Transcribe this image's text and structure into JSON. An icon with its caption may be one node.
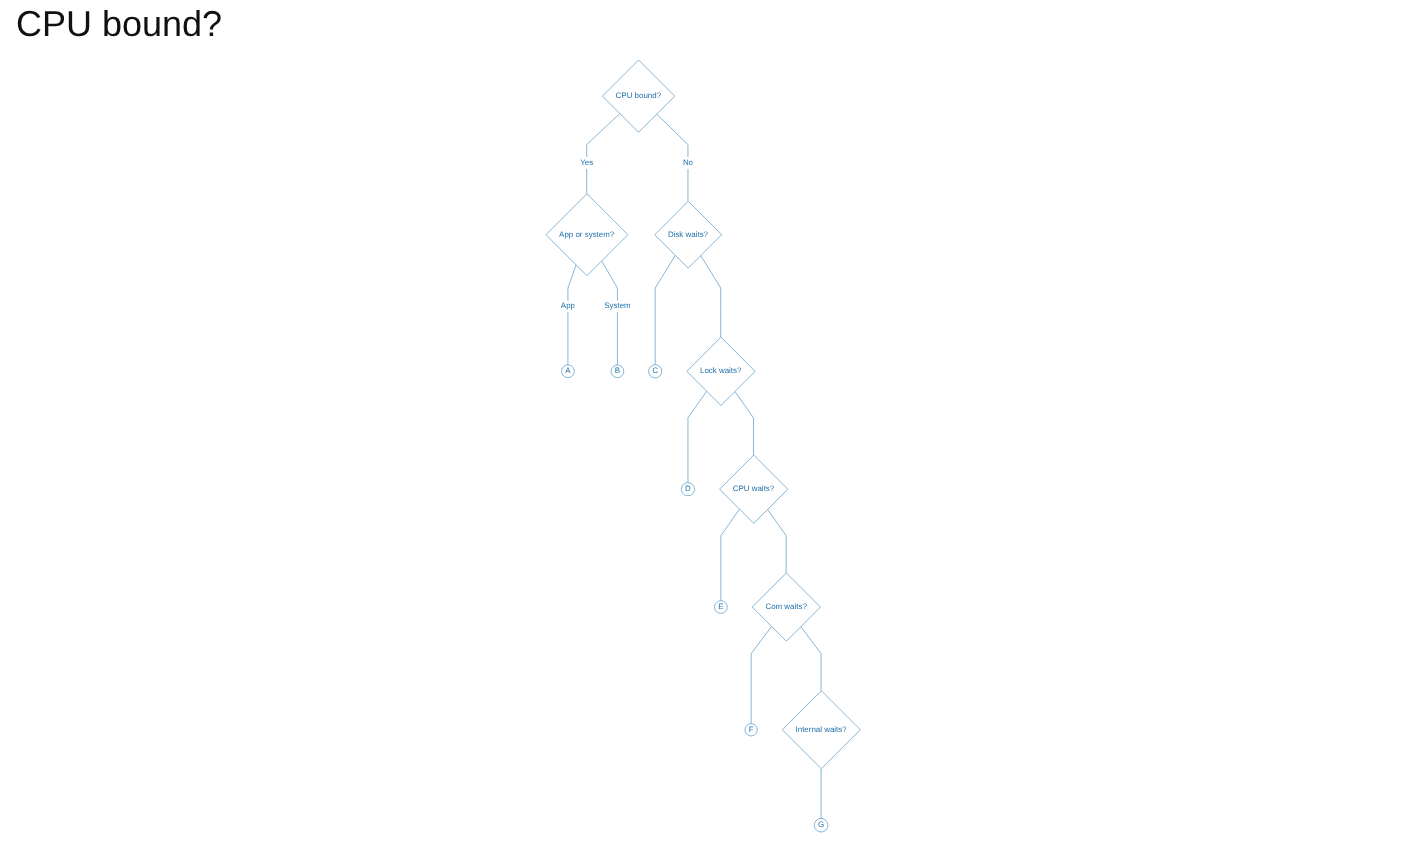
{
  "diagram": {
    "title": "CPU bound?",
    "nodes": [
      {
        "text": [
          "CPU bound?"
        ]
      },
      {
        "text": [
          "App or system?"
        ]
      },
      {
        "text": [
          "A"
        ]
      },
      {
        "text": [
          "B"
        ]
      },
      {
        "text": [
          "Disk waits?"
        ]
      },
      {
        "text": [
          "C"
        ]
      },
      {
        "text": [
          "Lock waits?"
        ]
      },
      {
        "text": [
          "D"
        ]
      },
      {
        "text": [
          "CPU waits?"
        ]
      },
      {
        "text": [
          "E"
        ]
      },
      {
        "text": [
          "Com waits?"
        ]
      },
      {
        "text": [
          "F"
        ]
      },
      {
        "text": [
          "Internal waits?"
        ]
      },
      {
        "text": [
          "G"
        ]
      }
    ],
    "edges": [
      {
        "from": 0,
        "to": 1,
        "label": "Yes",
        "arrow": "none"
      },
      {
        "from": 0,
        "to": 4,
        "label": "No",
        "arrow": "none"
      },
      {
        "from": 1,
        "to": 2,
        "label": "App",
        "arrow": "none"
      },
      {
        "from": 1,
        "to": 3,
        "label": "System",
        "arrow": "none"
      },
      {
        "from": 4,
        "to": 5,
        "arrow": "none"
      },
      {
        "from": 4,
        "to": 6,
        "arrow": "none"
      },
      {
        "from": 6,
        "to": 7,
        "arrow": "none"
      },
      {
        "from": 6,
        "to": 8,
        "arrow": "none"
      },
      {
        "from": 8,
        "to": 9,
        "arrow": "none"
      },
      {
        "from": 8,
        "to": 10,
        "arrow": "none"
      },
      {
        "from": 10,
        "to": 11,
        "arrow": "none"
      },
      {
        "from": 10,
        "to": 12,
        "arrow": "none"
      },
      {
        "from": 12,
        "to": 13,
        "arrow": "none"
      }
    ]
  }
}
